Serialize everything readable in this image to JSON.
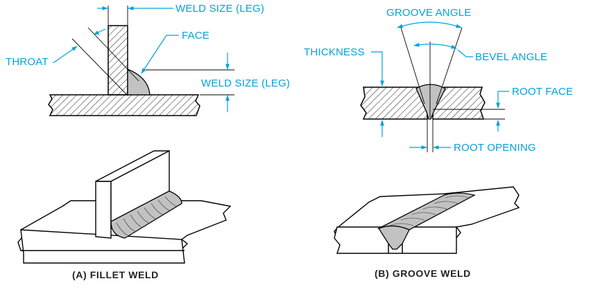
{
  "fillet": {
    "labels": {
      "weld_size_top": "WELD SIZE (LEG)",
      "face": "FACE",
      "throat": "THROAT",
      "weld_size_right": "WELD SIZE (LEG)"
    },
    "caption": "(A)  FILLET WELD"
  },
  "groove": {
    "labels": {
      "groove_angle": "GROOVE ANGLE",
      "thickness": "THICKNESS",
      "bevel_angle": "BEVEL ANGLE",
      "root_face": "ROOT FACE",
      "root_opening": "ROOT OPENING"
    },
    "caption": "(B)  GROOVE WELD"
  },
  "colors": {
    "annotation": "#00a3d9",
    "weld_bead": "#c2c2c2",
    "outline": "#000000"
  }
}
